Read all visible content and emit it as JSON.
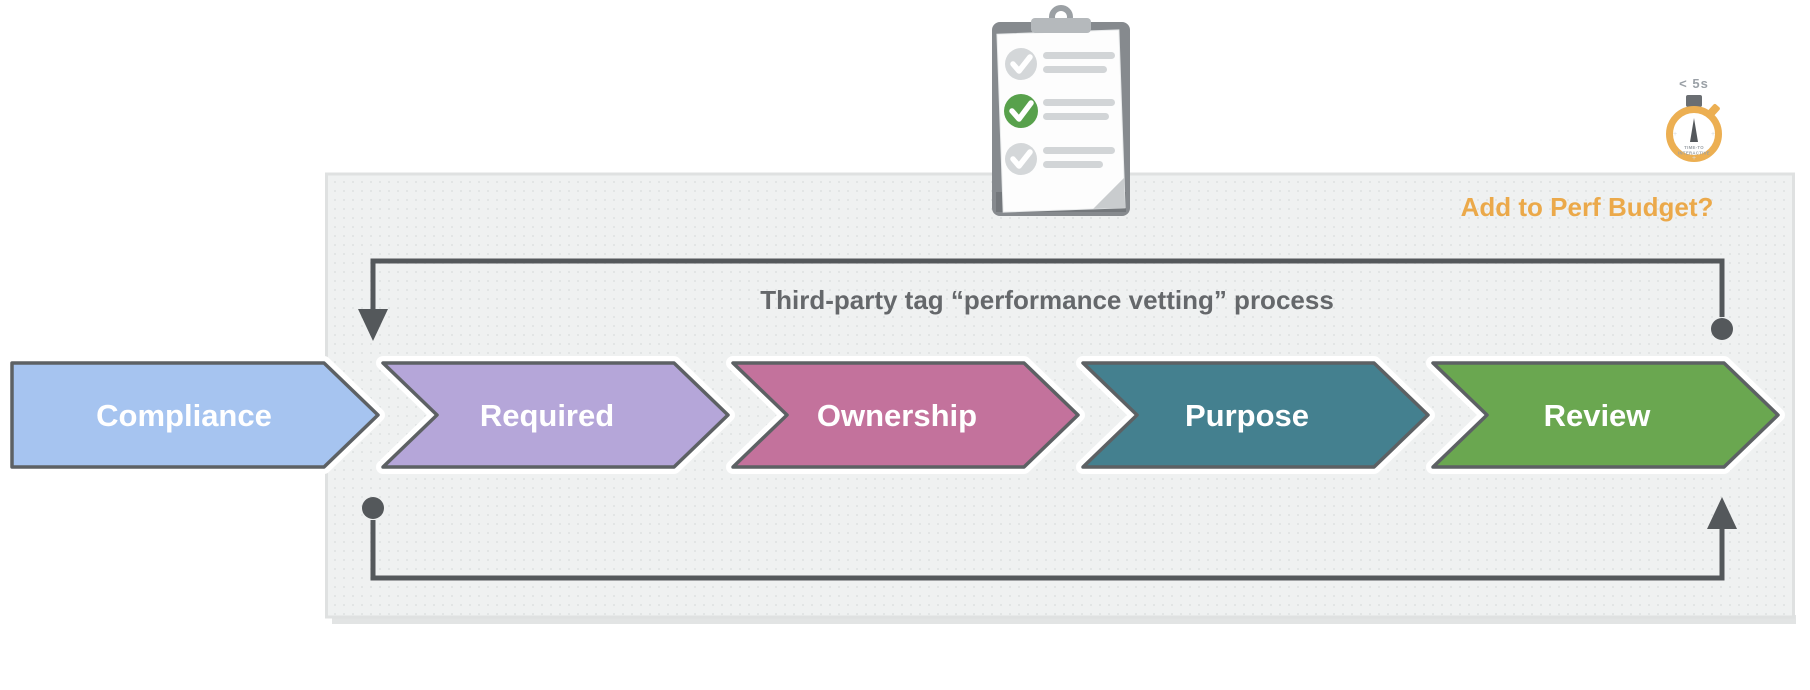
{
  "overlay_icons": {
    "clipboard": {
      "icon": "checklist-clipboard-icon",
      "items": [
        {
          "state": "checked-muted"
        },
        {
          "state": "checked-active"
        },
        {
          "state": "checked-muted"
        }
      ],
      "active_check_color": "#58a14c",
      "muted_check_color": "#d4d7d9"
    },
    "stopwatch": {
      "icon": "stopwatch-icon",
      "label": "< 5s",
      "dial_line1": "TIME-TO",
      "dial_line2": "INTERACTIVE",
      "ring_color": "#ecaf52"
    }
  },
  "annotations": {
    "perf_budget": {
      "label": "Add to Perf Budget?",
      "color": "#eba94a"
    }
  },
  "process": {
    "title": "Third-party tag “performance vetting” process",
    "title_color": "#65686b",
    "stages": [
      {
        "label": "Compliance",
        "color": "#a6c4f0"
      },
      {
        "label": "Required",
        "color": "#b5a6d9"
      },
      {
        "label": "Ownership",
        "color": "#c3729c"
      },
      {
        "label": "Purpose",
        "color": "#44808f"
      },
      {
        "label": "Review",
        "color": "#6aa750"
      }
    ],
    "stage_border_color": "#5d6164",
    "loop_color": "#54585b",
    "panel_color": "#eff1f1"
  }
}
